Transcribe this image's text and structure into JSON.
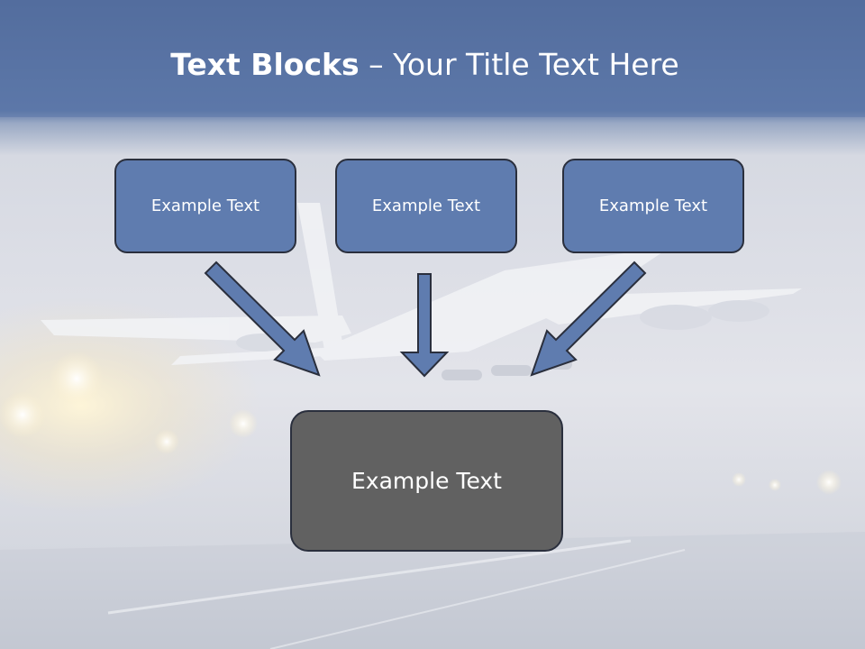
{
  "title": {
    "bold": "Text Blocks",
    "dash": " – ",
    "rest": "Your Title Text Here"
  },
  "blocks": [
    {
      "label": "Example Text"
    },
    {
      "label": "Example Text"
    },
    {
      "label": "Example Text"
    }
  ],
  "target": {
    "label": "Example Text"
  },
  "colors": {
    "header": "#5b76a8",
    "box_fill": "#5f7caf",
    "target_fill": "#616161",
    "arrow_fill": "#5f7caf"
  }
}
